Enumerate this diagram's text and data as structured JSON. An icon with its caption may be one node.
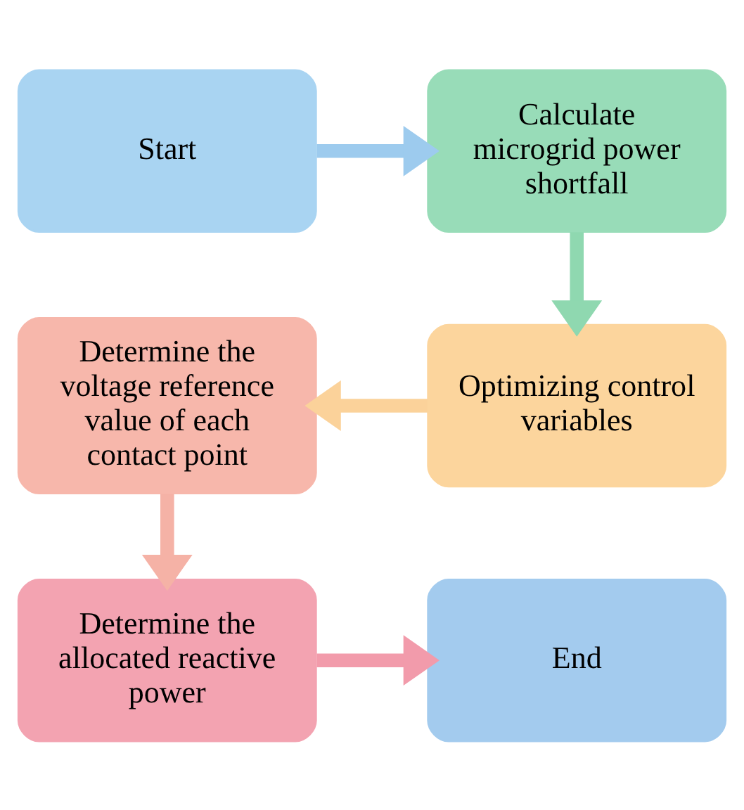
{
  "diagram": {
    "nodes": [
      {
        "text": [
          "Start"
        ]
      },
      {
        "text": [
          "Calculate microgrid power shortfall"
        ]
      },
      {
        "text": [
          "Optimizing control variables"
        ]
      },
      {
        "text": [
          "Determine the voltage reference value of each contact point"
        ]
      },
      {
        "text": [
          "Determine the allocated reactive power"
        ]
      },
      {
        "text": [
          "End"
        ]
      }
    ],
    "edges": [
      {
        "from": 0,
        "to": 1,
        "arrow": "to",
        "color": "#9dcbee"
      },
      {
        "from": 1,
        "to": 2,
        "arrow": "to",
        "color": "#8fd8b0"
      },
      {
        "from": 2,
        "to": 3,
        "arrow": "to",
        "color": "#fbd29a"
      },
      {
        "from": 3,
        "to": 4,
        "arrow": "to",
        "color": "#f5b2a6"
      },
      {
        "from": 4,
        "to": 5,
        "arrow": "to",
        "color": "#f29bab"
      }
    ]
  }
}
